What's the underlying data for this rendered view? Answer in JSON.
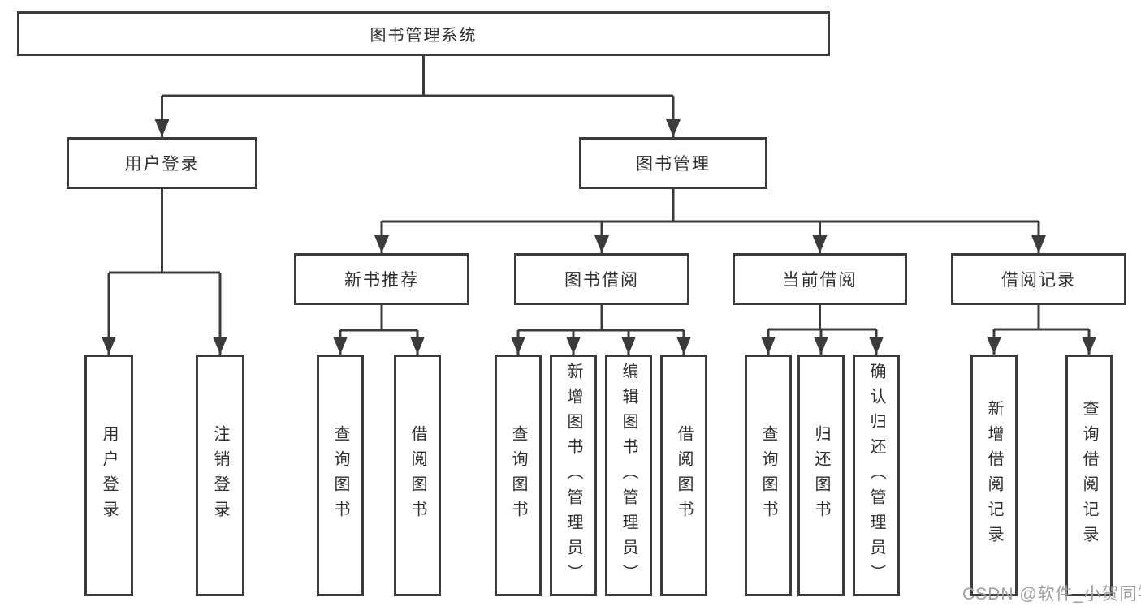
{
  "diagram": {
    "root": {
      "label": "图书管理系统"
    },
    "level1": [
      {
        "label": "用户登录"
      },
      {
        "label": "图书管理"
      }
    ],
    "level2": [
      {
        "label": "新书推荐"
      },
      {
        "label": "图书借阅"
      },
      {
        "label": "当前借阅"
      },
      {
        "label": "借阅记录"
      }
    ],
    "children": {
      "user_login": [
        {
          "label": "用户登录"
        },
        {
          "label": "注销登录"
        }
      ],
      "new_book_recommend": [
        {
          "label": "查询图书"
        },
        {
          "label": "借阅图书"
        }
      ],
      "book_borrow": [
        {
          "label": "查询图书"
        },
        {
          "label": "新增图书（管理员）"
        },
        {
          "label": "编辑图书（管理员）"
        },
        {
          "label": "借阅图书"
        }
      ],
      "current_borrow": [
        {
          "label": "查询图书"
        },
        {
          "label": "归还图书"
        },
        {
          "label": "确认归还（管理员）"
        }
      ],
      "borrow_record": [
        {
          "label": "新增借阅记录"
        },
        {
          "label": "查询借阅记录"
        }
      ]
    },
    "watermark": "CSDN @软件_小贺同学",
    "colors": {
      "line": "#3b3b3b",
      "box_border": "#3b3b3b",
      "text": "#2f2f2f",
      "watermark": "#9e9e9e",
      "background": "#ffffff"
    }
  }
}
